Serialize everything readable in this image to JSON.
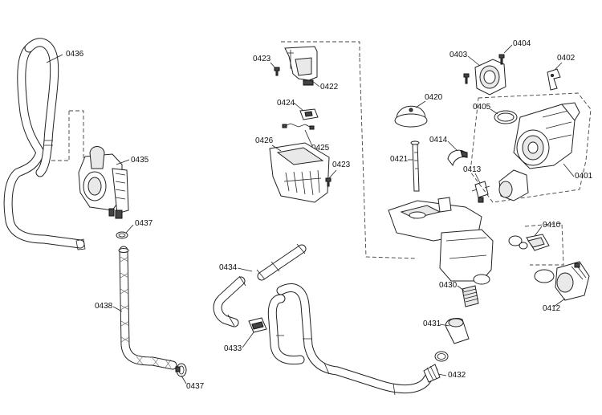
{
  "labels": {
    "p0436": "0436",
    "p0435": "0435",
    "p0437a": "0437",
    "p0438": "0438",
    "p0437b": "0437",
    "p0423a": "0423",
    "p0422": "0422",
    "p0424": "0424",
    "p0425": "0425",
    "p0426": "0426",
    "p0423b": "0423",
    "p0434": "0434",
    "p0433": "0433",
    "p0420": "0420",
    "p0421": "0421",
    "p0414": "0414",
    "p0413": "0413",
    "p0403": "0403",
    "p0404": "0404",
    "p0402": "0402",
    "p0405": "0405",
    "p0401": "0401",
    "p0410": "0410",
    "p0412": "0412",
    "p0430": "0430",
    "p0431": "0431",
    "p0432": "0432"
  }
}
